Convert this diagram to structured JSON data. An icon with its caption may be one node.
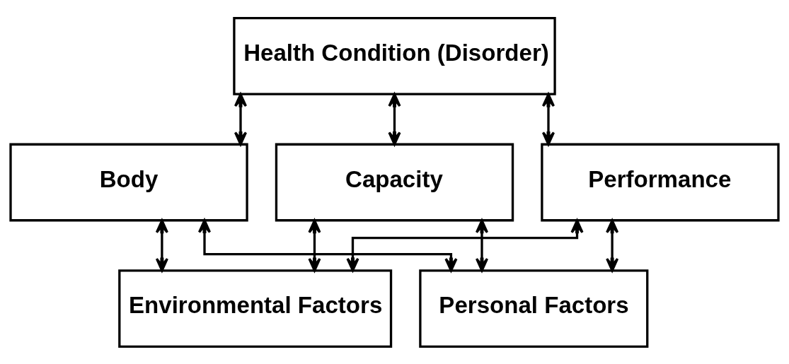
{
  "diagram": {
    "nodes": [
      {
        "text": [
          "Health Condition (Disorder)"
        ]
      },
      {
        "text": [
          "Body"
        ]
      },
      {
        "text": [
          "Capacity"
        ]
      },
      {
        "text": [
          "Performance"
        ]
      },
      {
        "text": [
          "Environmental Factors"
        ]
      },
      {
        "text": [
          "Personal Factors"
        ]
      }
    ],
    "edges": [
      {
        "from": 0,
        "to": 1,
        "arrow": "both"
      },
      {
        "from": 0,
        "to": 2,
        "arrow": "both"
      },
      {
        "from": 0,
        "to": 3,
        "arrow": "both"
      },
      {
        "from": 4,
        "to": 1,
        "arrow": "both"
      },
      {
        "from": 4,
        "to": 2,
        "arrow": "both"
      },
      {
        "from": 4,
        "to": 3,
        "arrow": "both"
      },
      {
        "from": 5,
        "to": 1,
        "arrow": "both"
      },
      {
        "from": 5,
        "to": 2,
        "arrow": "both"
      },
      {
        "from": 5,
        "to": 3,
        "arrow": "both"
      }
    ]
  }
}
